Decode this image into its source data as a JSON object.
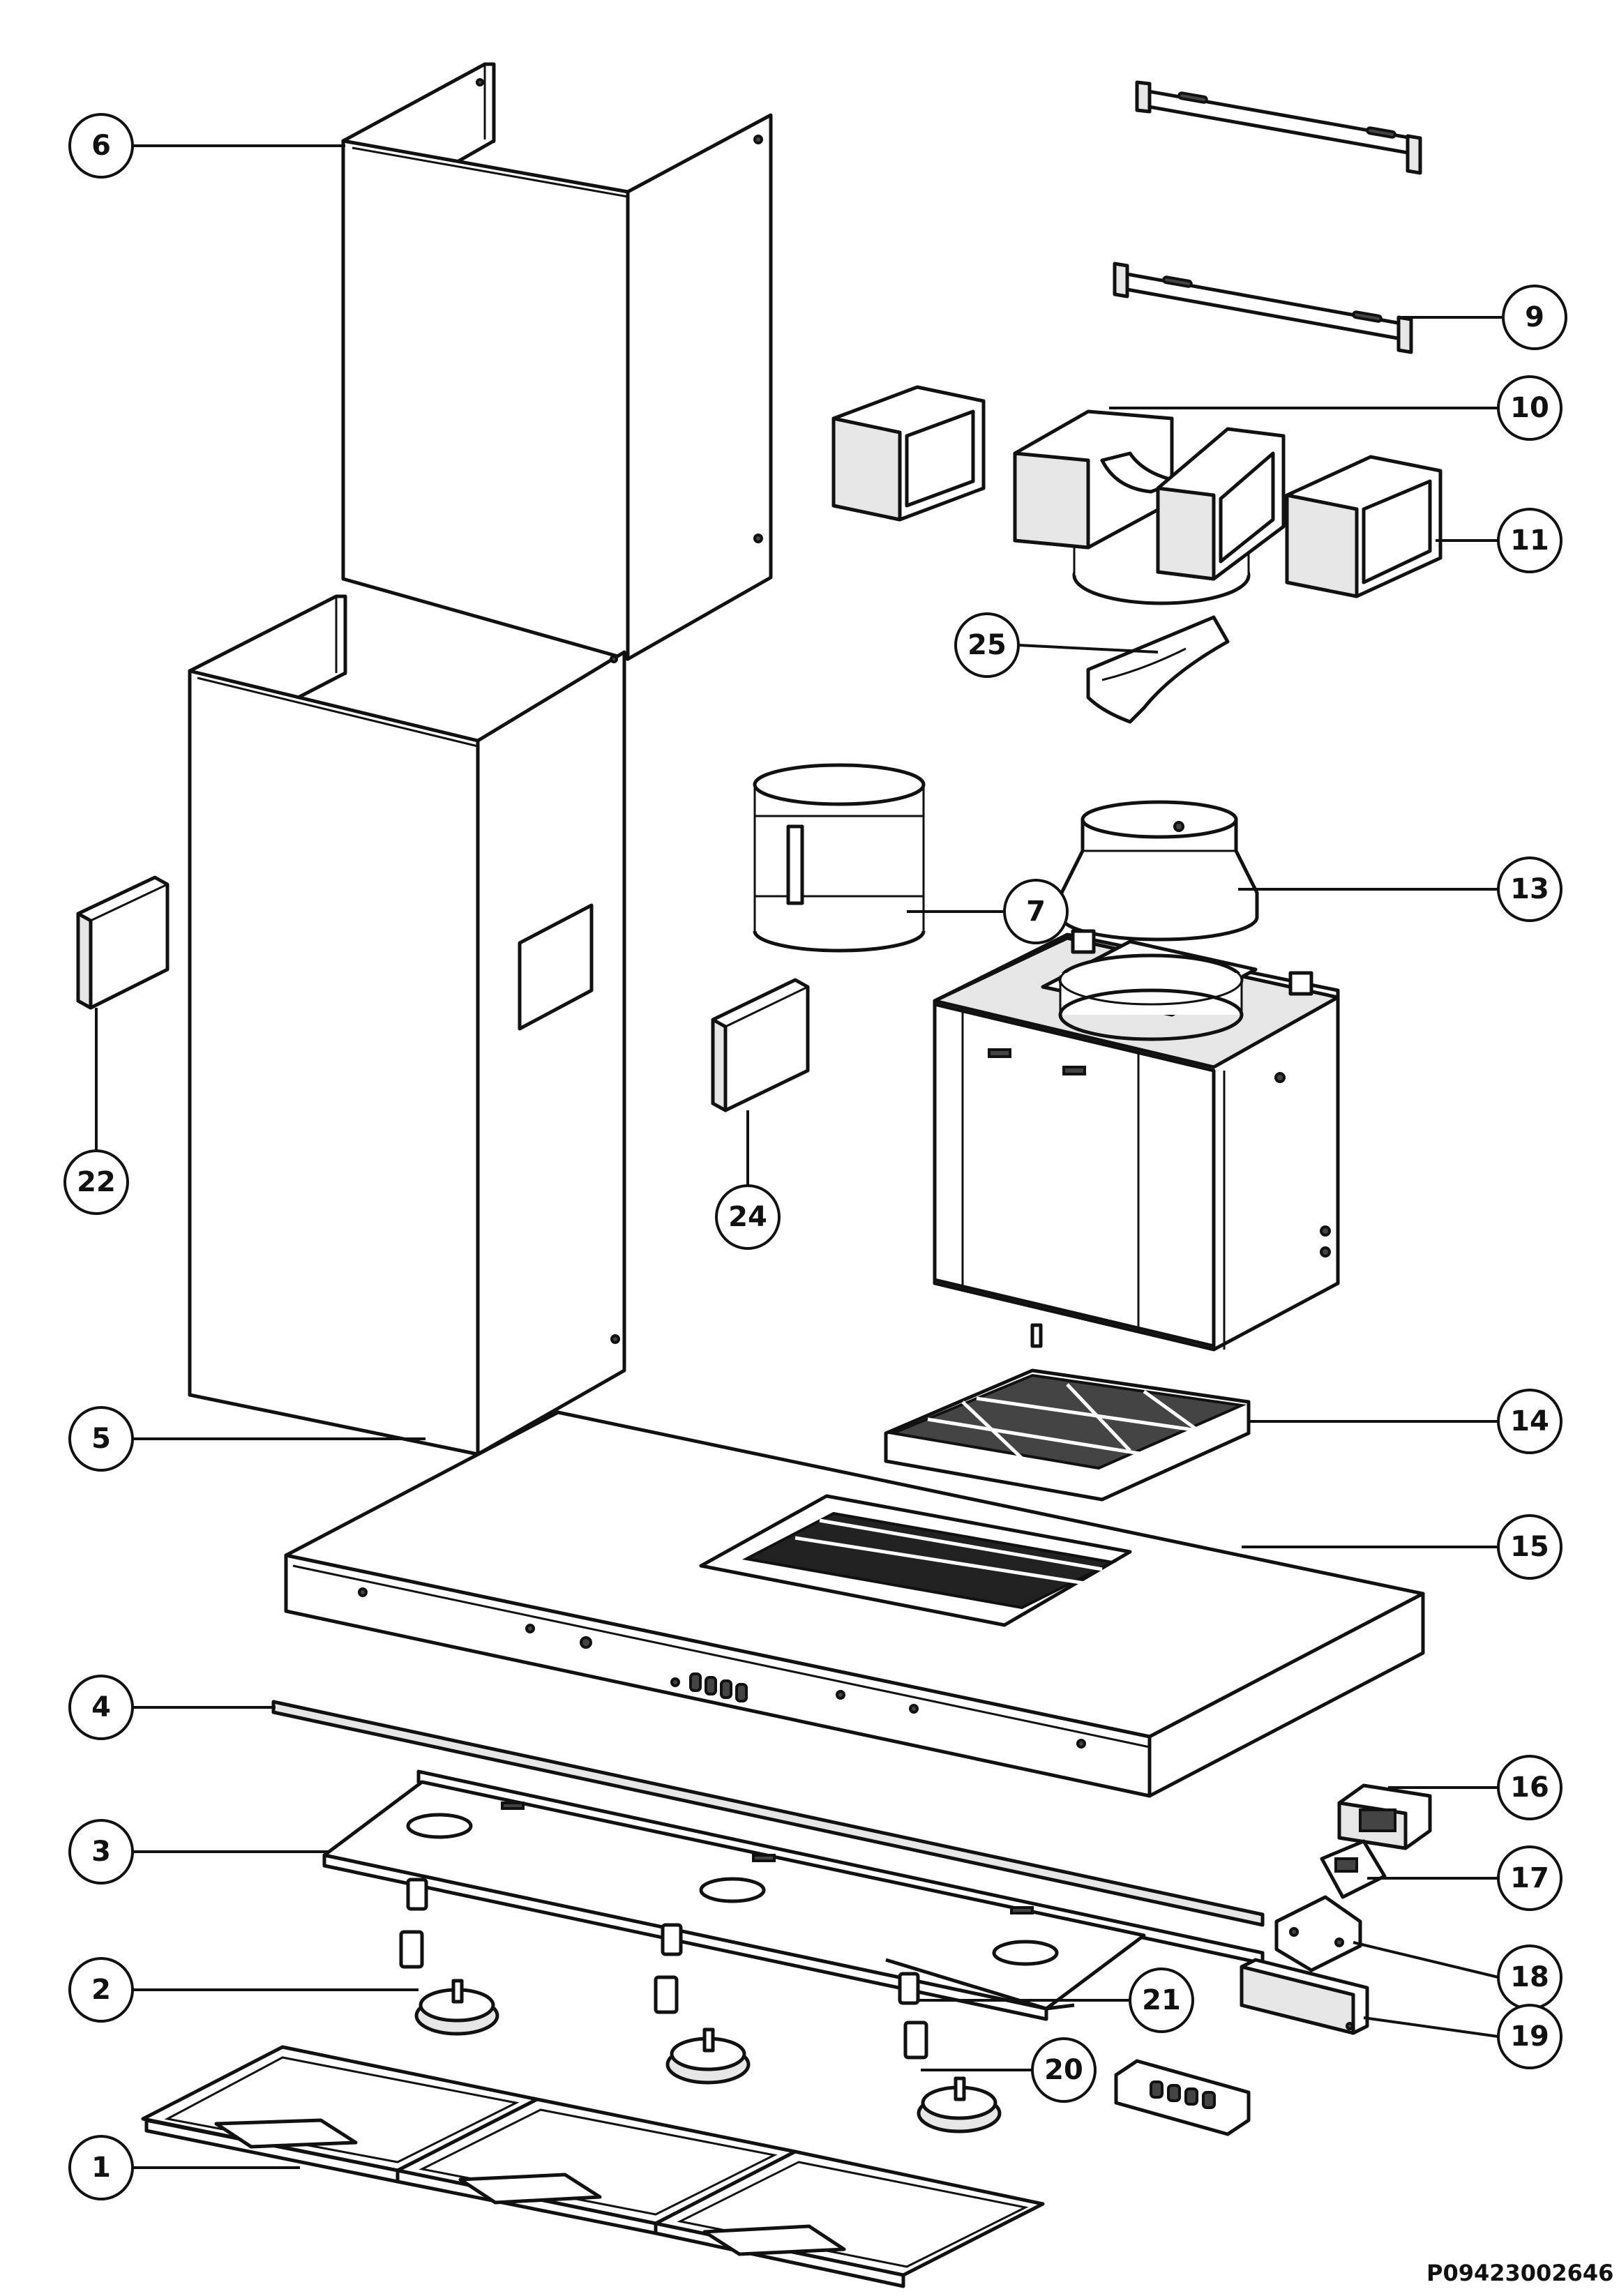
{
  "drawing_code": "P09423002646",
  "callouts": [
    {
      "id": "c6",
      "label": "6"
    },
    {
      "id": "c9",
      "label": "9"
    },
    {
      "id": "c10",
      "label": "10"
    },
    {
      "id": "c11",
      "label": "11"
    },
    {
      "id": "c25",
      "label": "25"
    },
    {
      "id": "c13",
      "label": "13"
    },
    {
      "id": "c7",
      "label": "7"
    },
    {
      "id": "c22",
      "label": "22"
    },
    {
      "id": "c24",
      "label": "24"
    },
    {
      "id": "c5",
      "label": "5"
    },
    {
      "id": "c14",
      "label": "14"
    },
    {
      "id": "c15",
      "label": "15"
    },
    {
      "id": "c4",
      "label": "4"
    },
    {
      "id": "c16",
      "label": "16"
    },
    {
      "id": "c3",
      "label": "3"
    },
    {
      "id": "c17",
      "label": "17"
    },
    {
      "id": "c18",
      "label": "18"
    },
    {
      "id": "c2",
      "label": "2"
    },
    {
      "id": "c21",
      "label": "21"
    },
    {
      "id": "c20",
      "label": "20"
    },
    {
      "id": "c19",
      "label": "19"
    },
    {
      "id": "c1",
      "label": "1"
    }
  ]
}
